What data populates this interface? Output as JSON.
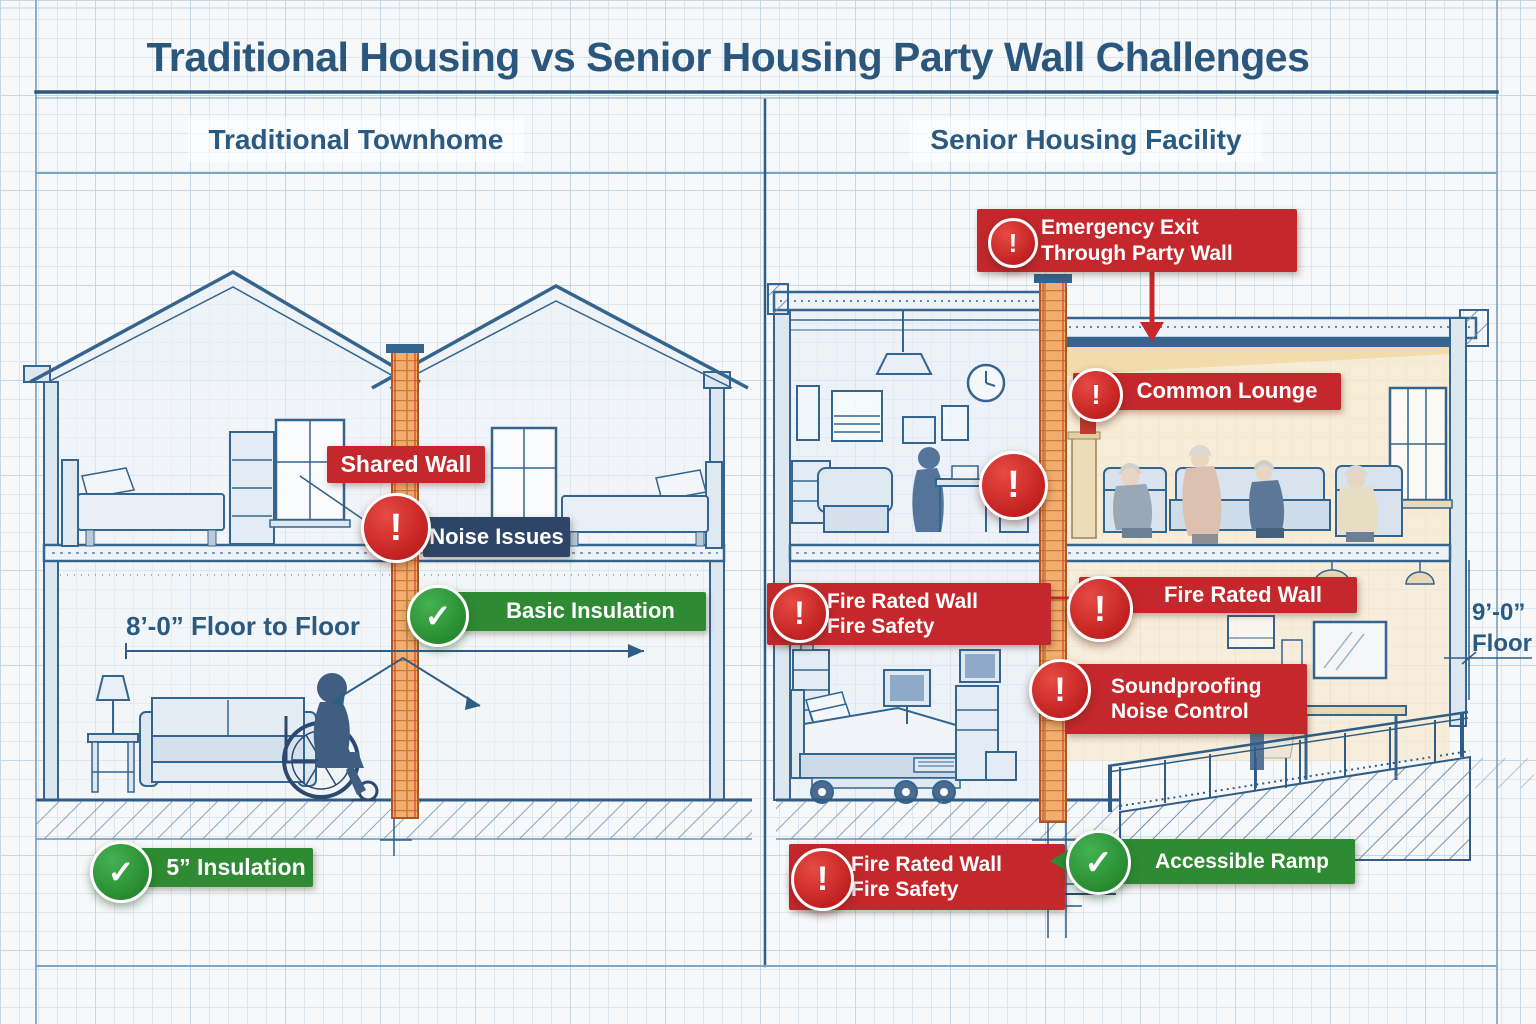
{
  "title": "Traditional Housing vs Senior Housing Party Wall Challenges",
  "left_panel": {
    "header": "Traditional Townhome",
    "labels": {
      "shared_wall": "Shared Wall",
      "noise_issues": "Noise Issues",
      "basic_insulation": "Basic Insulation",
      "floor_dimension": "8’-0” Floor to Floor",
      "insulation": "5” Insulation"
    }
  },
  "right_panel": {
    "header": "Senior Housing Facility",
    "labels": {
      "emergency_exit_line1": "Emergency Exit",
      "emergency_exit_line2": "Through Party Wall",
      "common_lounge": "Common Lounge",
      "fire_rated_wall_left_line1": "Fire Rated Wall",
      "fire_rated_wall_left_line2": "Fire Safety",
      "fire_rated_wall_right": "Fire Rated Wall",
      "soundproofing_line1": "Soundproofing",
      "soundproofing_line2": "Noise Control",
      "floor_dimension_line1": "9’-0”",
      "floor_dimension_line2": "Floor",
      "fire_safety_bottom_line1": "Fire Rated Wall",
      "fire_safety_bottom_line2": "Fire Safety",
      "accessible_ramp": "Accessible Ramp"
    }
  },
  "icons": {
    "alert_glyph": "!",
    "check_glyph": "✓"
  },
  "colors": {
    "badge_red": "#c4282c",
    "badge_navy": "#2d4668",
    "badge_green": "#2e8b33",
    "title_blue": "#2b577d",
    "blueprint_blue": "#35648f",
    "party_wall_orange": "#f2ae6e"
  }
}
